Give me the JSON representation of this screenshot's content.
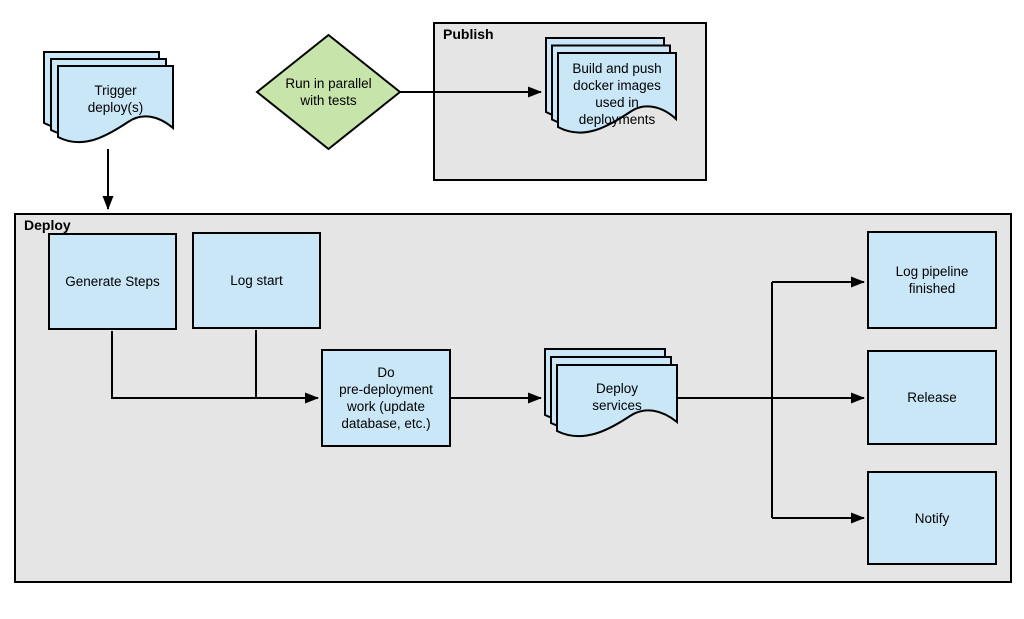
{
  "colors": {
    "node_fill": "#cae7f8",
    "decision_fill": "#c7e5ab",
    "container_fill": "#e5e5e5",
    "stroke": "#000000"
  },
  "containers": {
    "publish": {
      "label": "Publish"
    },
    "deploy": {
      "label": "Deploy"
    }
  },
  "nodes": {
    "trigger": {
      "label": "Trigger\ndeploy(s)",
      "shape": "multi-document"
    },
    "run_parallel": {
      "label": "Run in parallel\nwith tests",
      "shape": "decision"
    },
    "build_push": {
      "label": "Build and push\ndocker images\nused in\ndeployments",
      "shape": "multi-document"
    },
    "generate_steps": {
      "label": "Generate Steps",
      "shape": "process"
    },
    "log_start": {
      "label": "Log start",
      "shape": "process"
    },
    "pre_deployment": {
      "label": "Do\npre-deployment\nwork (update\ndatabase, etc.)",
      "shape": "process"
    },
    "deploy_services": {
      "label": "Deploy\nservices",
      "shape": "multi-document"
    },
    "log_pipeline_finished": {
      "label": "Log pipeline\nfinished",
      "shape": "process"
    },
    "release": {
      "label": "Release",
      "shape": "process"
    },
    "notify": {
      "label": "Notify",
      "shape": "process"
    }
  },
  "edges": [
    {
      "from": "trigger",
      "to": "deploy-container"
    },
    {
      "from": "run_parallel",
      "to": "build_push"
    },
    {
      "from": "generate_steps",
      "to": "pre_deployment"
    },
    {
      "from": "log_start",
      "to": "pre_deployment"
    },
    {
      "from": "pre_deployment",
      "to": "deploy_services"
    },
    {
      "from": "deploy_services",
      "to": "log_pipeline_finished"
    },
    {
      "from": "deploy_services",
      "to": "release"
    },
    {
      "from": "deploy_services",
      "to": "notify"
    }
  ]
}
